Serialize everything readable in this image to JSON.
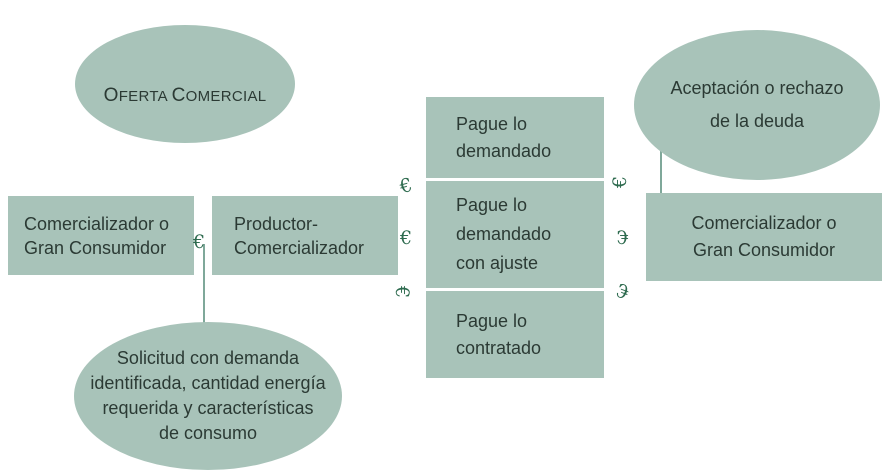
{
  "nodes": {
    "oferta": {
      "main": "O",
      "rest1": "FERTA ",
      "main2": "C",
      "rest2": "OMERCIAL"
    },
    "aceptacion": "Aceptación o rechazo\nde la deuda",
    "comercializador_left": "Comercializador o\nGran Consumidor",
    "productor": "Productor-\nComercializador",
    "pague_demandado": "Pague lo\ndemandado",
    "pague_ajuste": "Pague lo\ndemandado\ncon ajuste",
    "pague_contratado": "Pague lo\ncontratado",
    "comercializador_right": "Comercializador o\nGran Consumidor",
    "solicitud": "Solicitud con demanda\nidentificada, cantidad energía\nrequerida y características\nde consumo"
  },
  "symbols": {
    "euro": "€"
  },
  "colors": {
    "fill": "#a8c3b9",
    "connector": "#7fa89a",
    "symbol": "#2e6b4f"
  }
}
